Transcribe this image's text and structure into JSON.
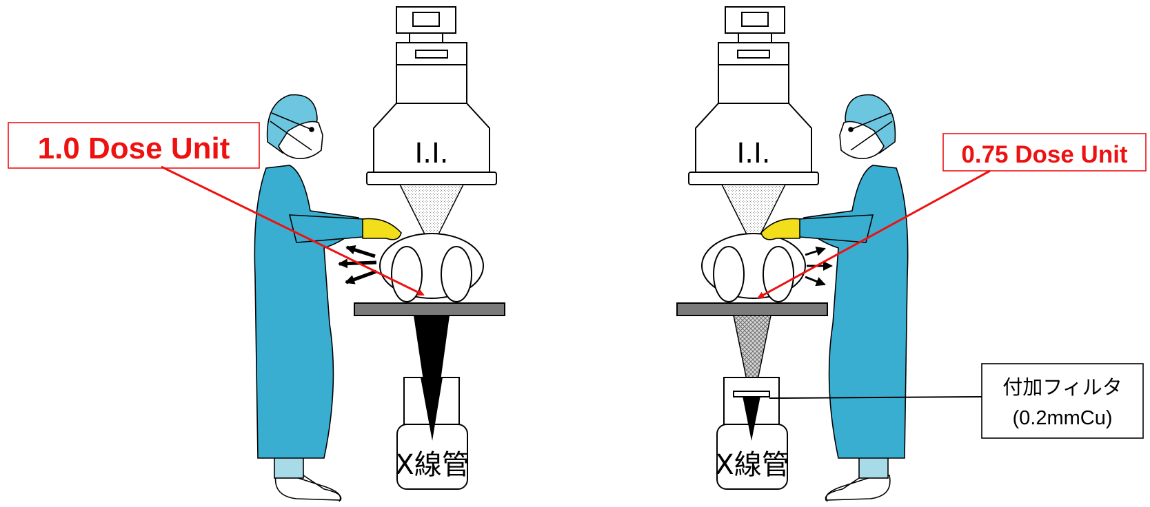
{
  "left_panel": {
    "dose_label": "1.0 Dose Unit",
    "ii_label": "I.I.",
    "tube_label": "X線管"
  },
  "right_panel": {
    "dose_label": "0.75 Dose Unit",
    "ii_label": "I.I.",
    "tube_label": "X線管",
    "filter_label_line1": "付加フィルタ",
    "filter_label_line2": "(0.2mmCu)"
  },
  "colors": {
    "dose_red": "#ee1111",
    "gown_blue": "#3aaed0",
    "cap_blue": "#6cc6df",
    "glove_yellow": "#f2de1a",
    "table_gray": "#7a7a7a",
    "beam_black": "#000000"
  }
}
